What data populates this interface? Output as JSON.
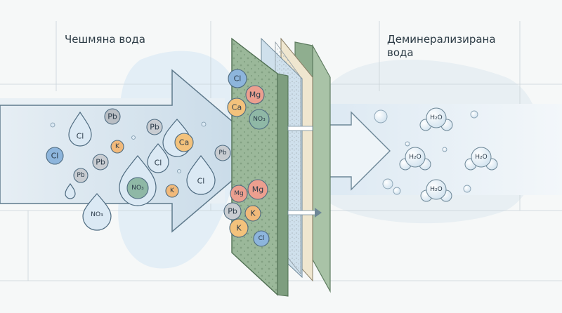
{
  "labels": {
    "input": "Чешмяна вода",
    "output_line1": "Деминерализирана",
    "output_line2": "вода"
  },
  "ions": {
    "cl": "Cl",
    "pb": "Pb",
    "k": "K",
    "ca": "Ca",
    "mg": "Mg",
    "no3": "NO₃",
    "h2o": "H₂O"
  },
  "colors": {
    "background": "#f6f8f8",
    "flow_blue": "#cfe2ef",
    "arrow_fill": "#dfeaf3",
    "arrow_stroke": "#5f7a8c",
    "membrane_green": "#9bb89a",
    "membrane_blue": "#c8dbe8",
    "membrane_cream": "#efe6cf",
    "ion_cl": "#8db5dc",
    "ion_pb": "#b9bec4",
    "ion_k": "#f1b97a",
    "ion_ca": "#f3c27c",
    "ion_mg": "#ec9f8f",
    "ion_no3": "#8fb8a6",
    "water_drop": "#dbe9f4"
  }
}
